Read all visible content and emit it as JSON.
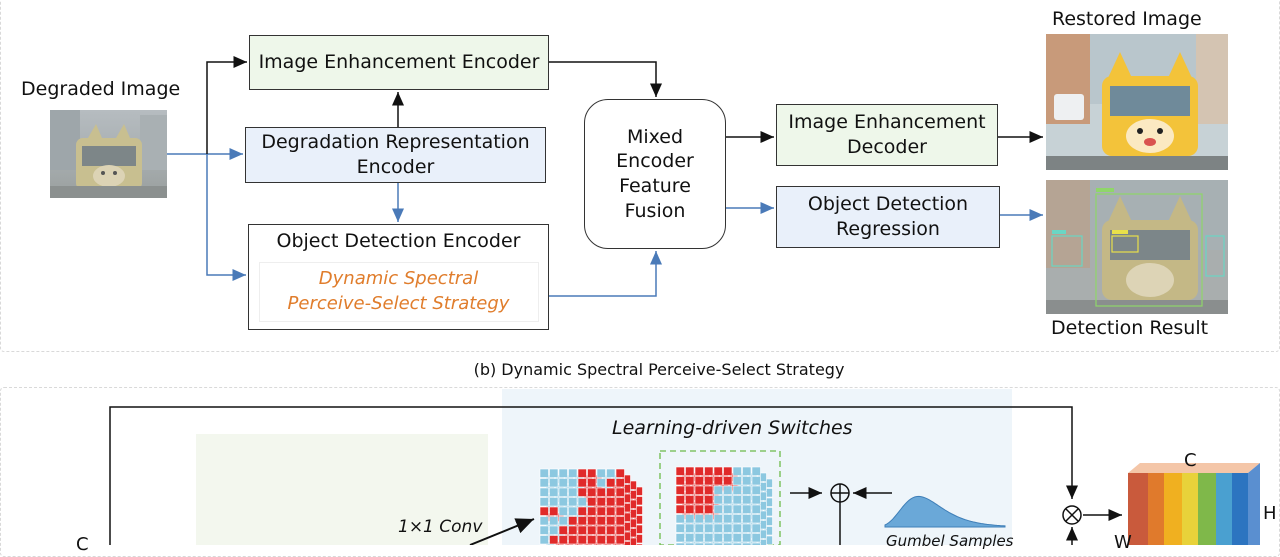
{
  "panel_a": {
    "degraded_label": "Degraded Image",
    "restored_label": "Restored Image",
    "detection_label": "Detection Result",
    "boxes": {
      "image_enh_encoder": "Image Enhancement Encoder",
      "degradation_rep_encoder": "Degradation Representation Encoder",
      "object_det_encoder": "Object Detection Encoder",
      "dynamic_strategy": "Dynamic Spectral Perceive-Select Strategy",
      "mixed_fusion": "Mixed Encoder Feature Fusion",
      "image_enh_decoder": "Image Enhancement Decoder",
      "object_det_regression": "Object Detection Regression"
    }
  },
  "panel_b": {
    "caption": "(b) Dynamic Spectral Perceive-Select Strategy",
    "switches_label": "Learning-driven Switches",
    "conv_label": "1×1 Conv",
    "gumbel_label": "Gumbel Samples",
    "dim_c": "C",
    "dim_h": "H",
    "dim_w": "W",
    "left_c": "C"
  },
  "colors": {
    "arrow_blue": "#4a7ab8",
    "arrow_black": "#111111",
    "strategy_orange": "#e07d2c",
    "green_fill": "#eef7ea",
    "blue_fill": "#e9f0fa",
    "cell_red": "#e02a2a",
    "cell_blue": "#8cc8e0"
  }
}
